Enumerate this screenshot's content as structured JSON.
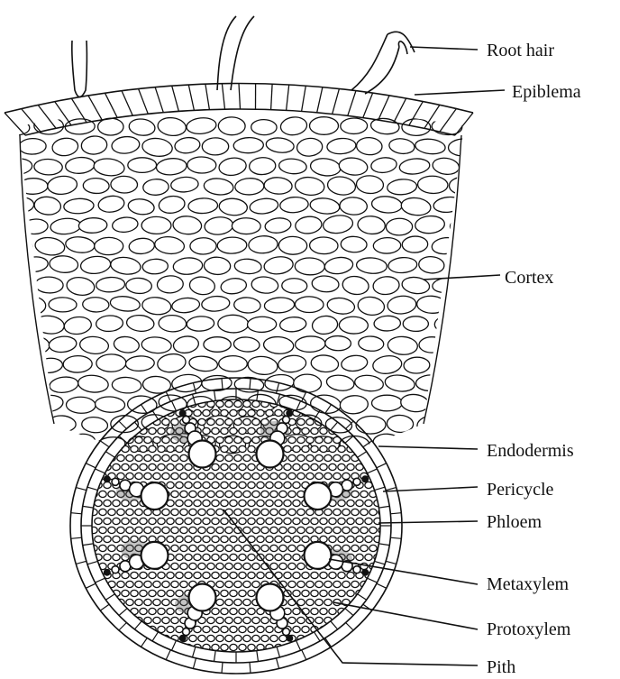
{
  "labels": {
    "root_hair": "Root hair",
    "epiblema": "Epiblema",
    "cortex": "Cortex",
    "endodermis": "Endodermis",
    "pericycle": "Pericycle",
    "phloem": "Phloem",
    "metaxylem": "Metaxylem",
    "protoxylem": "Protoxylem",
    "pith": "Pith"
  }
}
